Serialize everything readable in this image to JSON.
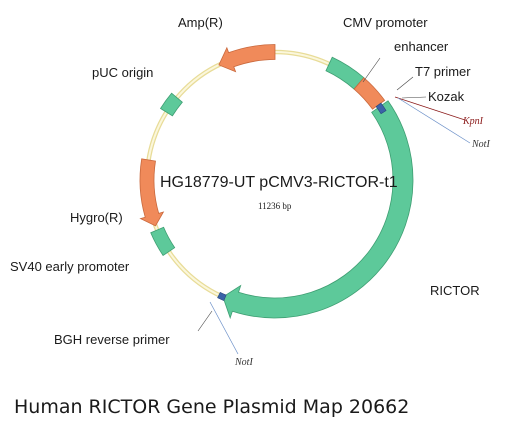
{
  "map": {
    "title": "HG18779-UT pCMV3-RICTOR-t1",
    "size_label": "11236 bp"
  },
  "features": {
    "amp": "Amp(R)",
    "cmv": "CMV promoter",
    "enhancer": "enhancer",
    "t7": "T7 primer",
    "kozak": "Kozak",
    "puc": "pUC origin",
    "hygro": "Hygro(R)",
    "sv40": "SV40 early promoter",
    "rictor": "RICTOR",
    "bgh": "BGH reverse primer"
  },
  "sites": {
    "kpni": "KpnI",
    "noti_top": "NotI",
    "noti_bottom": "NotI"
  },
  "colors": {
    "resistance": "#f08a5a",
    "promoter_origin": "#5dc99a",
    "primer": "#3a63a8",
    "backbone": "#f2e7a8",
    "kpni_text": "#8b1a1a",
    "noti_text": "#333333",
    "site_line": "#6a8fc8"
  },
  "caption": "Human RICTOR Gene Plasmid Map 20662"
}
